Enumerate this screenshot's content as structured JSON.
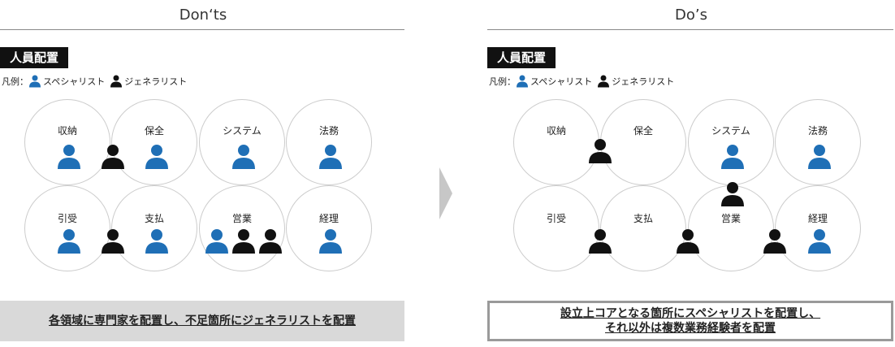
{
  "left_panel": {
    "title": "Don‘ts",
    "section_tag": "人員配置",
    "legend": {
      "prefix": "凡例：",
      "specialist_label": "スペシャリスト",
      "generalist_label": "ジェネラリスト"
    },
    "domains": [
      {
        "label": "収納",
        "specialists": 1
      },
      {
        "label": "保全",
        "specialists": 1
      },
      {
        "label": "システム",
        "specialists": 1
      },
      {
        "label": "法務",
        "specialists": 1
      },
      {
        "label": "引受",
        "specialists": 1
      },
      {
        "label": "支払",
        "specialists": 1
      },
      {
        "label": "営業",
        "specialists": 1,
        "generalists": 2
      },
      {
        "label": "経理",
        "specialists": 1
      }
    ],
    "summary": "各領域に専門家を配置し、不足箇所にジェネラリストを配置"
  },
  "right_panel": {
    "title": "Do’s",
    "section_tag": "人員配置",
    "legend": {
      "prefix": "凡例：",
      "specialist_label": "スペシャリスト",
      "generalist_label": "ジェネラリスト"
    },
    "domains": [
      {
        "label": "収納"
      },
      {
        "label": "保全"
      },
      {
        "label": "システム",
        "specialists": 1
      },
      {
        "label": "法務",
        "specialists": 1
      },
      {
        "label": "引受"
      },
      {
        "label": "支払"
      },
      {
        "label": "営業"
      },
      {
        "label": "経理",
        "specialists": 1
      }
    ],
    "summary_line1": "設立上コアとなる箇所にスペシャリストを配置し、",
    "summary_line2": "それ以外は複数業務経験者を配置"
  },
  "colors": {
    "specialist": "#1f6fb6",
    "generalist": "#111111",
    "circle_border": "#cccccc",
    "summary_left_bg": "#d9d9d9",
    "summary_right_border": "#9a9a9a",
    "arrow": "#c7c7c7"
  },
  "icons": {
    "specialist": "person-icon-blue",
    "generalist": "person-icon-black",
    "transition": "chevron-right-icon"
  }
}
